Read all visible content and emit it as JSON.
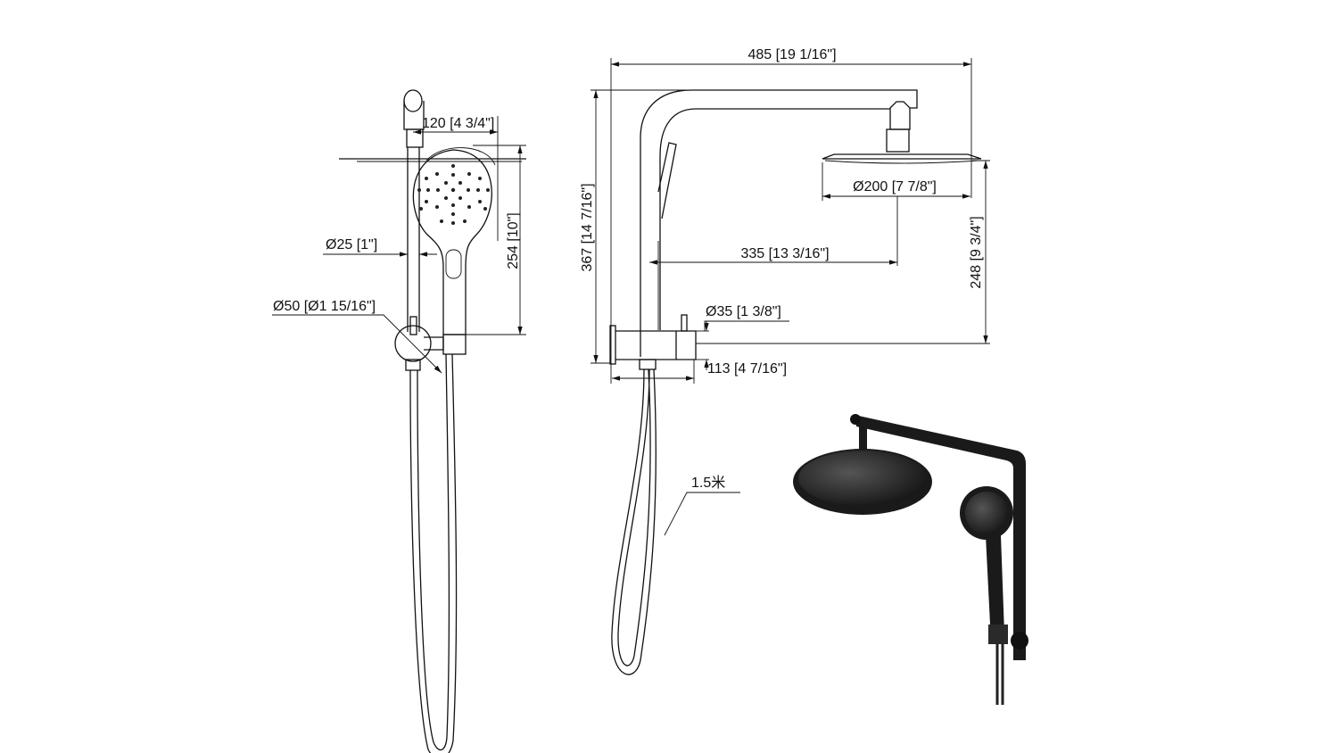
{
  "dimensions": {
    "side_view": {
      "arm_projection": "120 [4 3/4\"]",
      "handset_height": "254 [10\"]",
      "rail_diameter": "Ø25 [1\"]",
      "valve_diameter": "Ø50 [Ø1 15/16\"]"
    },
    "front_view": {
      "overall_width": "485 [19 1/16\"]",
      "overall_height": "367 [14 7/16\"]",
      "head_diameter": "Ø200 [7 7/8\"]",
      "arm_reach": "335 [13 3/16\"]",
      "head_height": "248 [9 3/4\"]",
      "valve_body_diameter": "Ø35 [1 3/8\"]",
      "valve_body_length": "113 [4 7/16\"]",
      "hose_length": "1.5米"
    }
  },
  "colors": {
    "line": "#111111",
    "product": "#1a1a1a"
  }
}
